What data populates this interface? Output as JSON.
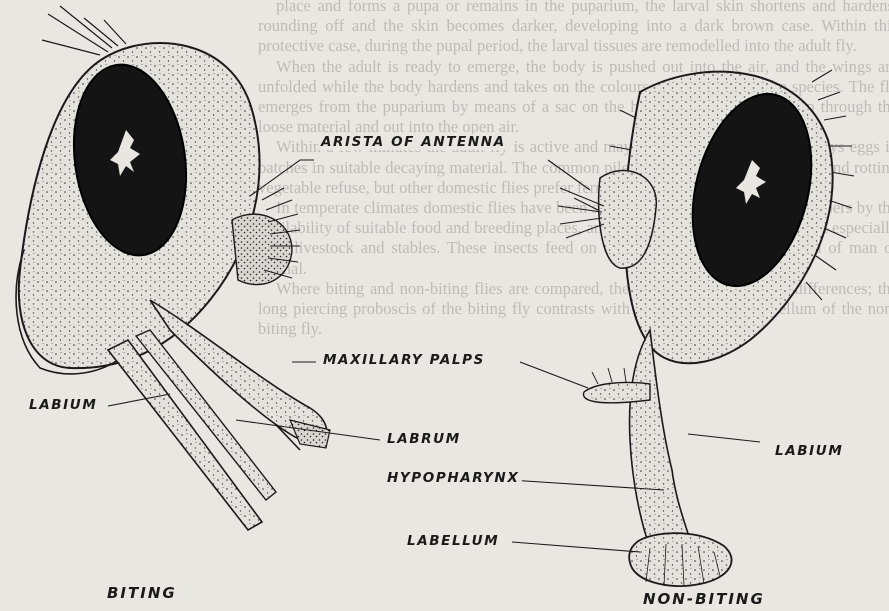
{
  "background_text": [
    "place and forms a pupa or remains in the puparium, the larval skin shortens and hardens, rounding off and the skin becomes darker, developing into a dark brown case. Within this protective case, during the pupal period, the larval tissues are remodelled into the adult fly.",
    "When the adult is ready to emerge, the body is pushed out into the air, and the wings are unfolded while the body hardens and takes on the colours characteristic of the species. The fly emerges from the puparium by means of a sac on the head and works its way up through the loose material and out into the open air.",
    "Within a few minutes the adult fly is active and may live for weeks; the female lays eggs in batches in suitable decaying material. The common pile fly breeds chiefly in manure and rotting vegetable refuse, but other domestic flies prefer fermenting material of other kinds.",
    "In temperate climates domestic flies have been shown to be largely limited in numbers by the availability of suitable food and breeding places, and the biting species are associated especially with livestock and stables. These insects feed on blood while resting on the skin of man or animal.",
    "Where biting and non-biting flies are compared, the mouthparts show great differences; the long piercing proboscis of the biting fly contrasts with the soft sponging labellum of the non-biting fly."
  ],
  "labels": {
    "arista": "ARISTA OF ANTENNA",
    "maxillary_palps": "MAXILLARY PALPS",
    "labium_left": "LABIUM",
    "labrum": "LABRUM",
    "labium_right": "LABIUM",
    "hypopharynx": "HYPOPHARYNX",
    "labellum": "LABELLUM"
  },
  "captions": {
    "biting": "BITING",
    "non_biting": "NON-BITING"
  },
  "colors": {
    "ink": "#1a1a1a",
    "paper": "#e9e7e2",
    "eye": "#141414"
  }
}
